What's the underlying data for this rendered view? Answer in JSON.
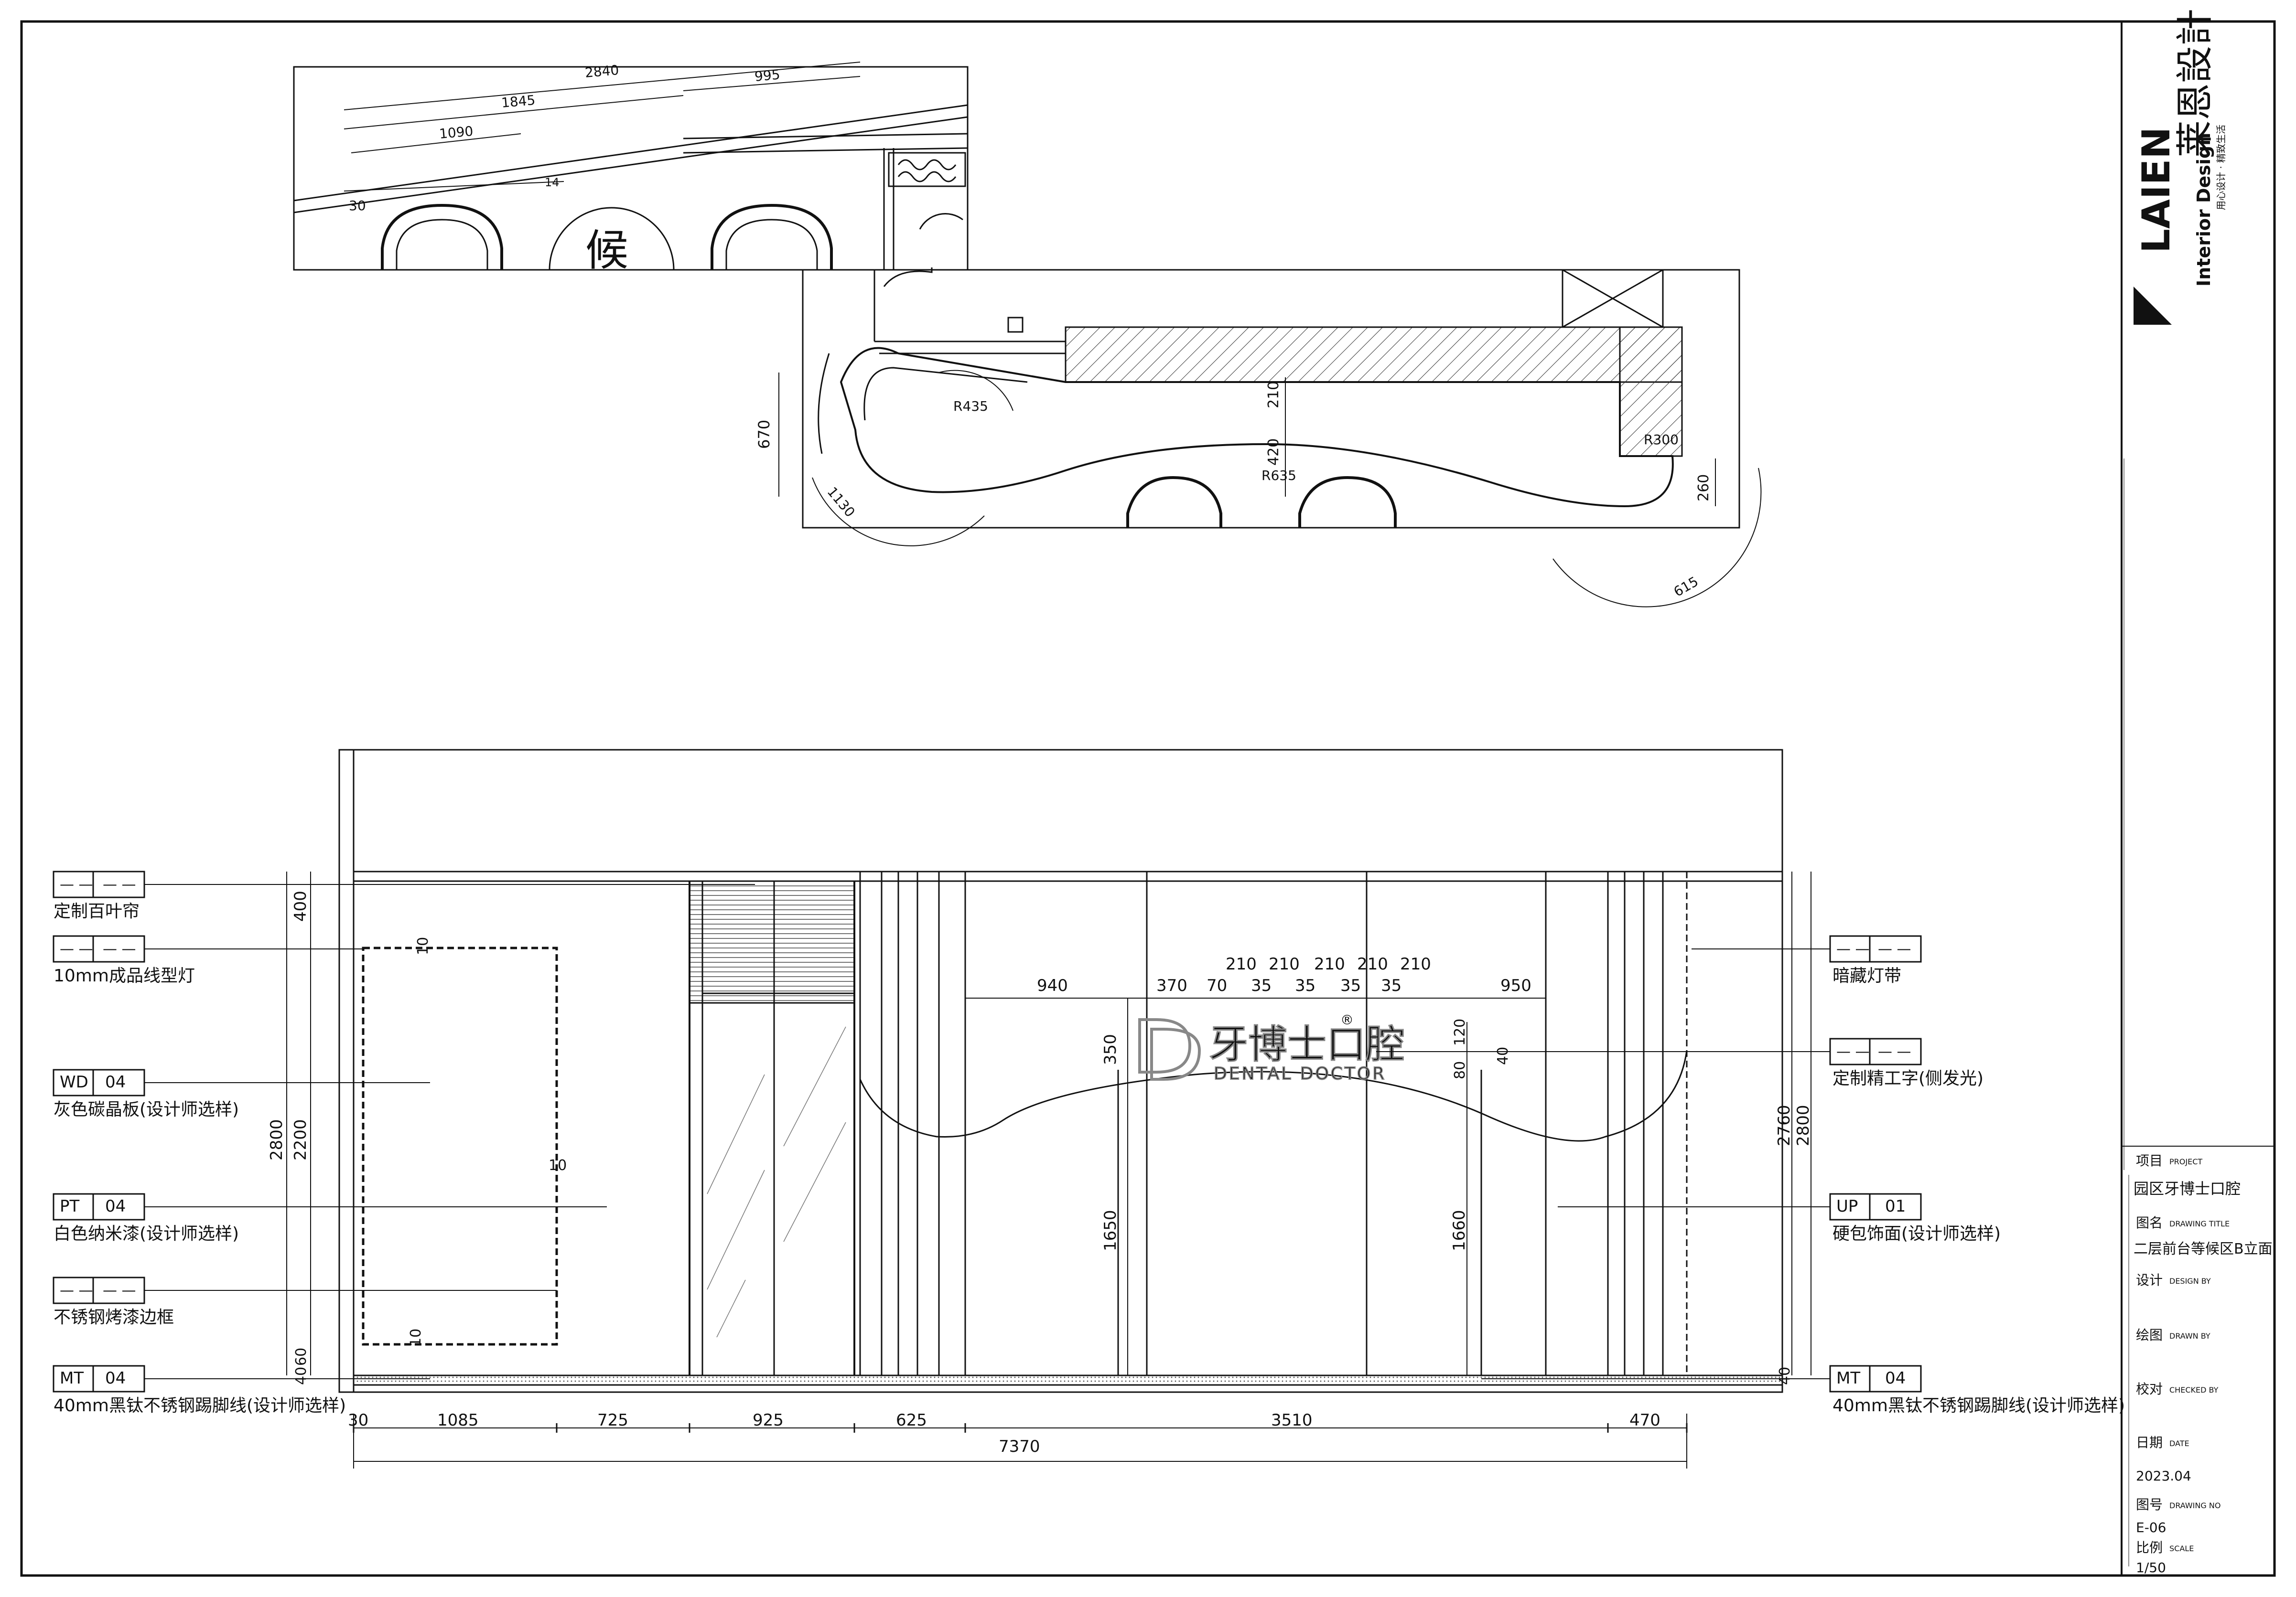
{
  "plan_view": {
    "dims_top": [
      "2840",
      "995",
      "1845",
      "1090",
      "30",
      "14"
    ],
    "dims_side": [
      "670",
      "210",
      "420",
      "260",
      "1130",
      "615",
      "R435",
      "R300",
      "R635"
    ],
    "sign_char": "候"
  },
  "elevation": {
    "dims_bottom": [
      "30",
      "1085",
      "725",
      "925",
      "625",
      "3510",
      "470",
      "7370"
    ],
    "dims_top_row": [
      "940",
      "370",
      "70",
      "35",
      "35",
      "35",
      "35",
      "210",
      "210",
      "210",
      "210",
      "210",
      "950"
    ],
    "dims_left": [
      "400",
      "2200",
      "2800",
      "40",
      "60",
      "10",
      "10",
      "10"
    ],
    "dims_right": [
      "2760",
      "2800",
      "40"
    ],
    "dims_inner": [
      "350",
      "1650",
      "1660",
      "120",
      "80",
      "40"
    ],
    "logo": {
      "cn": "牙博士口腔",
      "en": "DENTAL DOCTOR",
      "mark": "®"
    }
  },
  "tags_left": [
    {
      "code": "— —",
      "num": "— —",
      "label": "定制百叶帘"
    },
    {
      "code": "— —",
      "num": "— —",
      "label": "10mm成品线型灯"
    },
    {
      "code": "WD",
      "num": "04",
      "label": "灰色碳晶板(设计师选样)"
    },
    {
      "code": "PT",
      "num": "04",
      "label": "白色纳米漆(设计师选样)"
    },
    {
      "code": "— —",
      "num": "— —",
      "label": "不锈钢烤漆边框"
    },
    {
      "code": "MT",
      "num": "04",
      "label": "40mm黑钛不锈钢踢脚线(设计师选样)"
    }
  ],
  "tags_right": [
    {
      "code": "— —",
      "num": "— —",
      "label": "暗藏灯带"
    },
    {
      "code": "— —",
      "num": "— —",
      "label": "定制精工字(侧发光)"
    },
    {
      "code": "UP",
      "num": "01",
      "label": "硬包饰面(设计师选样)"
    },
    {
      "code": "MT",
      "num": "04",
      "label": "40mm黑钛不锈钢踢脚线(设计师选样)"
    }
  ],
  "title_block": {
    "brand_cn": "莱恩設計",
    "brand_en": "Interior Design",
    "brand_slogan": "用心设计 · 精致生活",
    "brand_mark": "LAIEN",
    "project_label": "项目",
    "project_label_en": "PROJECT",
    "project_value": "园区牙博士口腔",
    "drawing_title_label": "图名",
    "drawing_title_label_en": "DRAWING TITLE",
    "drawing_title_value": "二层前台等候区B立面",
    "design_label": "设计",
    "design_label_en": "DESIGN BY",
    "drawn_label": "绘图",
    "drawn_label_en": "DRAWN BY",
    "checked_label": "校对",
    "checked_label_en": "CHECKED BY",
    "date_label": "日期",
    "date_label_en": "DATE",
    "date_value": "2023.04",
    "drawing_no_label": "图号",
    "drawing_no_label_en": "DRAWING NO",
    "drawing_no_value": "E-06",
    "scale_label": "比例",
    "scale_label_en": "SCALE",
    "scale_value": "1/50"
  }
}
